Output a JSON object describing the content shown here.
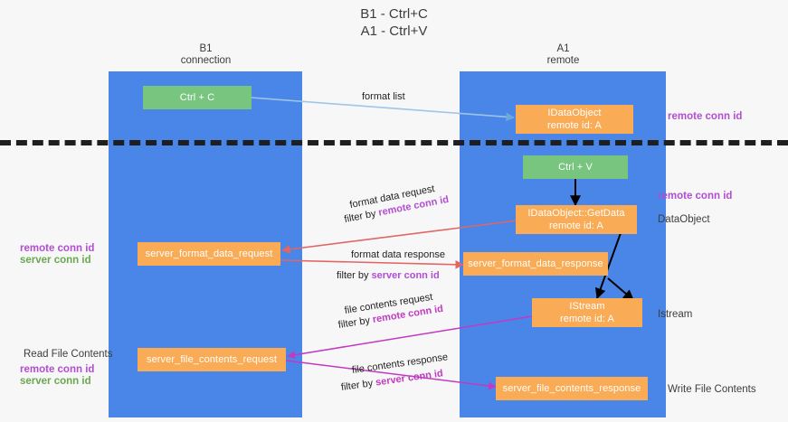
{
  "title": {
    "line1": "B1 - Ctrl+C",
    "line2": "A1 - Ctrl+V"
  },
  "columns": [
    {
      "name": "B1",
      "sub": "connection"
    },
    {
      "name": "A1",
      "sub": "remote"
    }
  ],
  "nodes": {
    "ctrl_c": {
      "label": "Ctrl + C"
    },
    "idataobject": {
      "line1": "IDataObject",
      "line2": "remote id: A"
    },
    "ctrl_v": {
      "label": "Ctrl + V"
    },
    "getdata": {
      "line1": "IDataObject::GetData",
      "line2": "remote id: A"
    },
    "server_format_data_request": {
      "label": "server_format_data_request"
    },
    "server_format_data_response": {
      "label": "server_format_data_response"
    },
    "istream": {
      "line1": "IStream",
      "line2": "remote id: A"
    },
    "server_file_contents_request": {
      "label": "server_file_contents_request"
    },
    "server_file_contents_response": {
      "label": "server_file_contents_response"
    }
  },
  "edge_labels": {
    "format_list": "format list",
    "format_data_request": "format data request",
    "format_data_request_filter_prefix": "filter by ",
    "format_data_request_filter_key": "remote conn id",
    "format_data_response": "format data response",
    "format_data_response_filter_prefix": "filter by ",
    "format_data_response_filter_key": "server conn id",
    "file_contents_request": "file contents request",
    "file_contents_request_filter_prefix": "filter by ",
    "file_contents_request_filter_key": "remote conn id",
    "file_contents_response": "file contents response",
    "file_contents_response_filter_prefix": "filter by ",
    "file_contents_response_filter_key": "server conn id"
  },
  "right_labels": {
    "remote_conn_id_top": "remote conn id",
    "remote_conn_id_mid": "remote conn id",
    "dataobject": "DataObject",
    "istream": "Istream",
    "write_file_contents": "Write File Contents"
  },
  "left_labels": {
    "remote_conn_id_1": "remote conn id",
    "server_conn_id_1": "server conn id",
    "read_file_contents": "Read File Contents",
    "remote_conn_id_2": "remote conn id",
    "server_conn_id_2": "server conn id"
  },
  "colors": {
    "lane": "#4a86e8",
    "green_node": "#78c57f",
    "orange_node": "#f9ab55",
    "remote_conn_id": "#b14ed1",
    "server_conn_id": "#6aa84f",
    "arrow_red": "#e06666",
    "arrow_magenta": "#c13ac1",
    "arrow_blue": "#9fc5e8",
    "arrow_black": "#000000",
    "background": "#f7f7f7"
  }
}
